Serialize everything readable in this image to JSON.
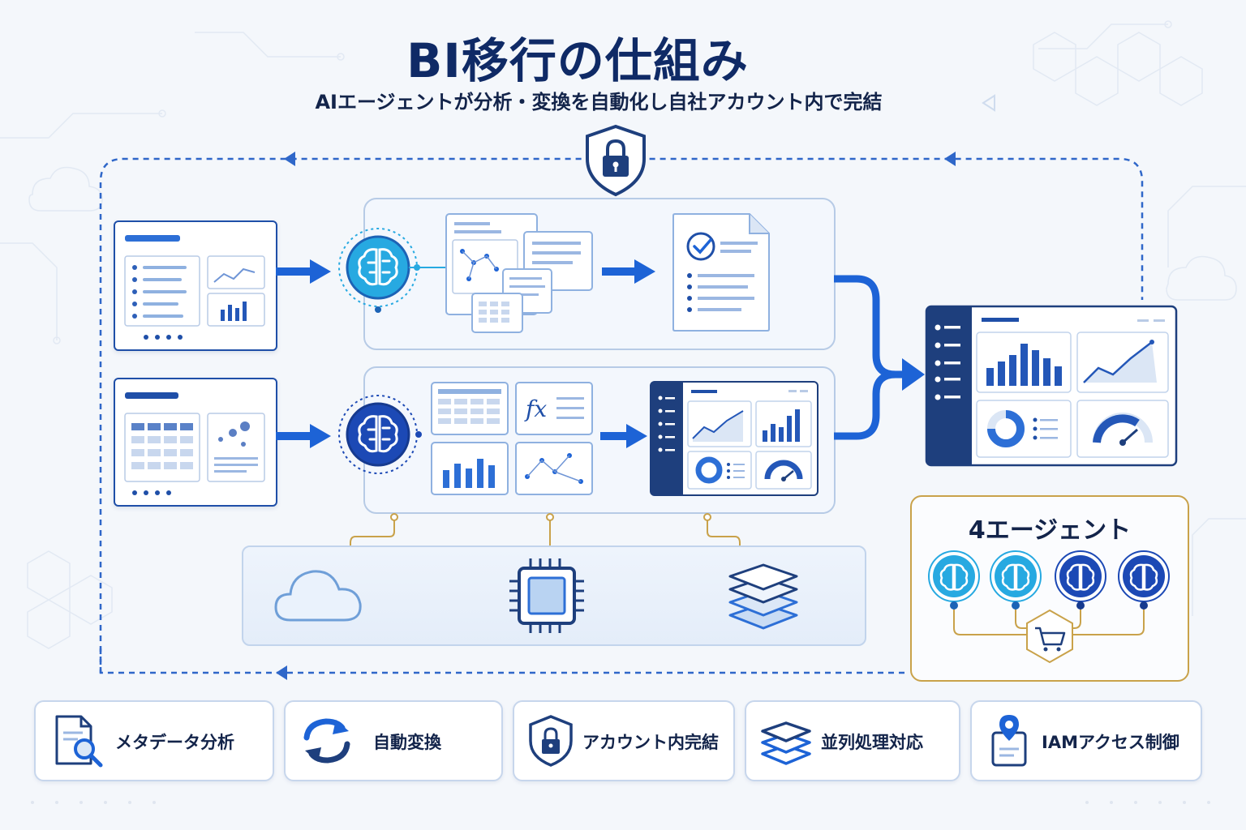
{
  "title": "BI移行の仕組み",
  "subtitle": "AIエージェントが分析・変換を自動化し自社アカウント内で完結",
  "agents_title": "4エージェント",
  "features": [
    {
      "label": "メタデータ分析",
      "icon": "document-search-icon"
    },
    {
      "label": "自動変換",
      "icon": "refresh-arrows-icon"
    },
    {
      "label": "アカウント内完結",
      "icon": "shield-lock-icon"
    },
    {
      "label": "並列処理対応",
      "icon": "layers-icon"
    },
    {
      "label": "IAMアクセス制御",
      "icon": "id-badge-icon"
    }
  ],
  "infrastructure_icons": [
    "cloud-icon",
    "chip-icon",
    "layers-icon"
  ],
  "colors": {
    "primary": "#1f4fa8",
    "accent_blue": "#1d63d6",
    "agent_light": "#27a9e1",
    "agent_dark": "#1c49b5",
    "gold": "#c9a24a",
    "navy": "#1e3f7d"
  }
}
